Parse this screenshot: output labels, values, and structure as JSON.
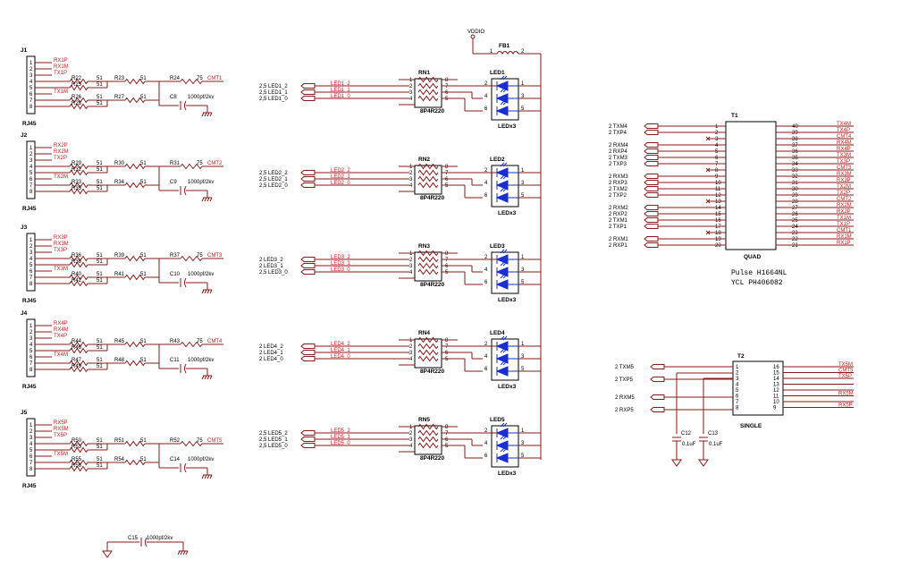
{
  "power": {
    "vddio": "VDDIO",
    "fb1": "FB1",
    "fb_pin1": "1",
    "fb_pin2": "2"
  },
  "jacks": [
    {
      "ref": "J1",
      "type": "RJ45",
      "pins": [
        "1",
        "2",
        "3",
        "4",
        "5",
        "6",
        "7",
        "8"
      ],
      "nets": [
        "RX1P",
        "RX1M",
        "TX1P",
        "",
        "TX1M"
      ],
      "rs": [
        "R22",
        "R25",
        "R26",
        "R28"
      ],
      "r51": [
        "51",
        "51",
        "51",
        "51"
      ],
      "rmid": [
        "R23",
        "R27"
      ],
      "rmid_val": [
        "51",
        "51"
      ],
      "r75": "R24",
      "r75_val": "75",
      "cmt": "CMT1",
      "cap": "C8",
      "cap_val": "1000pf/2kv"
    },
    {
      "ref": "J2",
      "type": "RJ45",
      "pins": [
        "1",
        "2",
        "3",
        "4",
        "5",
        "6",
        "7",
        "8"
      ],
      "nets": [
        "RX2P",
        "RX2M",
        "TX2P",
        "",
        "TX2M"
      ],
      "rs": [
        "R29",
        "R32",
        "R33",
        "R35"
      ],
      "r51": [
        "51",
        "51",
        "51",
        "51"
      ],
      "rmid": [
        "R30",
        "R34"
      ],
      "rmid_val": [
        "51",
        "51"
      ],
      "r75": "R31",
      "r75_val": "75",
      "cmt": "CMT2",
      "cap": "C9",
      "cap_val": "1000pf/2kv"
    },
    {
      "ref": "J3",
      "type": "RJ45",
      "pins": [
        "1",
        "2",
        "3",
        "4",
        "5",
        "6",
        "7",
        "8"
      ],
      "nets": [
        "RX3P",
        "RX3M",
        "TX3P",
        "",
        "TX3M"
      ],
      "rs": [
        "R36",
        "R38",
        "R40",
        "R42"
      ],
      "r51": [
        "51",
        "51",
        "51",
        "51"
      ],
      "rmid": [
        "R39",
        "R41"
      ],
      "rmid_val": [
        "51",
        "51"
      ],
      "r75": "R37",
      "r75_val": "75",
      "cmt": "CMT3",
      "cap": "C10",
      "cap_val": "1000pf/2kv"
    },
    {
      "ref": "J4",
      "type": "RJ45",
      "pins": [
        "1",
        "2",
        "3",
        "4",
        "5",
        "6",
        "7",
        "8"
      ],
      "nets": [
        "RX4P",
        "RX4M",
        "TX4P",
        "",
        "TX4M"
      ],
      "rs": [
        "R44",
        "R46",
        "R47",
        "R49"
      ],
      "r51": [
        "51",
        "51",
        "51",
        "51"
      ],
      "rmid": [
        "R45",
        "R48"
      ],
      "rmid_val": [
        "51",
        "51"
      ],
      "r75": "R43",
      "r75_val": "75",
      "cmt": "CMT4",
      "cap": "C11",
      "cap_val": "1000pf/2kv"
    },
    {
      "ref": "J5",
      "type": "RJ45",
      "pins": [
        "1",
        "2",
        "3",
        "4",
        "5",
        "6",
        "7",
        "8"
      ],
      "nets": [
        "RX5P",
        "RX5M",
        "TX5P",
        "",
        "TX5M"
      ],
      "rs": [
        "R50",
        "R53",
        "R55",
        "R56"
      ],
      "r51": [
        "51",
        "51",
        "51",
        "51"
      ],
      "rmid": [
        "R51",
        "R54"
      ],
      "rmid_val": [
        "51",
        "51"
      ],
      "r75": "R52",
      "r75_val": "75",
      "cmt": "CMT5",
      "cap": "C14",
      "cap_val": "1000pf/2kv"
    }
  ],
  "leds": [
    {
      "rn": "RN1",
      "rn_val": "8P4R220",
      "led": "LED1",
      "led_val": "LEDx3",
      "ports": [
        "2,5  LED1_2",
        "2,5  LED1_1",
        "2,5  LED1_0"
      ],
      "nets": [
        "LED1_2",
        "LED1_1",
        "LED1_0"
      ],
      "rn_l": [
        "1",
        "2",
        "3",
        "4"
      ],
      "rn_r": [
        "8",
        "7",
        "6",
        "5"
      ],
      "led_l": [
        "2",
        "4",
        "6"
      ],
      "led_r": [
        "1",
        "3",
        "5"
      ]
    },
    {
      "rn": "RN2",
      "rn_val": "8P4R220",
      "led": "LED2",
      "led_val": "LEDx3",
      "ports": [
        "2,5  LED2_2",
        "2,5  LED2_1",
        "2,5  LED2_0"
      ],
      "nets": [
        "LED2_2",
        "LED2_1",
        "LED2_0"
      ],
      "rn_l": [
        "1",
        "2",
        "3",
        "4"
      ],
      "rn_r": [
        "8",
        "7",
        "6",
        "5"
      ],
      "led_l": [
        "2",
        "4",
        "6"
      ],
      "led_r": [
        "1",
        "3",
        "5"
      ]
    },
    {
      "rn": "RN3",
      "rn_val": "8P4R220",
      "led": "LED3",
      "led_val": "LEDx3",
      "ports": [
        "2  LED3_2",
        "2  LED3_1",
        "2,5  LED3_0"
      ],
      "nets": [
        "LED3_2",
        "LED3_1",
        "LED3_0"
      ],
      "rn_l": [
        "1",
        "2",
        "3",
        "4"
      ],
      "rn_r": [
        "8",
        "7",
        "6",
        "5"
      ],
      "led_l": [
        "2",
        "4",
        "6"
      ],
      "led_r": [
        "1",
        "3",
        "5"
      ]
    },
    {
      "rn": "RN4",
      "rn_val": "8P4R220",
      "led": "LED4",
      "led_val": "LEDx3",
      "ports": [
        "2  LED4_2",
        "2  LED4_1",
        "2  LED4_0"
      ],
      "nets": [
        "LED4_2",
        "LED4_1",
        "LED4_0"
      ],
      "rn_l": [
        "1",
        "2",
        "3",
        "4"
      ],
      "rn_r": [
        "8",
        "7",
        "6",
        "5"
      ],
      "led_l": [
        "2",
        "4",
        "6"
      ],
      "led_r": [
        "1",
        "3",
        "5"
      ]
    },
    {
      "rn": "RN5",
      "rn_val": "8P4R220",
      "led": "LED5",
      "led_val": "LEDx3",
      "ports": [
        "2,5  LED5_2",
        "2,5  LED5_1",
        "2,5  LED5_0"
      ],
      "nets": [
        "LED5_2",
        "LED5_1",
        "LED5_0"
      ],
      "rn_l": [
        "1",
        "2",
        "3",
        "4"
      ],
      "rn_r": [
        "8",
        "7",
        "6",
        "5"
      ],
      "led_l": [
        "2",
        "4",
        "6"
      ],
      "led_r": [
        "1",
        "3",
        "5"
      ]
    }
  ],
  "t1": {
    "ref": "T1",
    "label": "QUAD",
    "part1": "Pulse H1664NL",
    "part2": "YCL PH406082",
    "left_pins": [
      "1",
      "2",
      "3",
      "4",
      "5",
      "6",
      "7",
      "8",
      "9",
      "10",
      "11",
      "12",
      "13",
      "14",
      "15",
      "16",
      "17",
      "18",
      "19",
      "20"
    ],
    "left_nets": [
      "2  TXM4",
      "2  TXP4",
      "",
      "2  RXM4",
      "2  RXP4",
      "2  TXM3",
      "2  TXP3",
      "",
      "2  RXM3",
      "2  RXP3",
      "2  TXM2",
      "2  TXP2",
      "",
      "2  RXM2",
      "2  RXP2",
      "2  TXM1",
      "2  TXP1",
      "",
      "2  RXM1",
      "2  RXP1"
    ],
    "right_pins": [
      "40",
      "39",
      "38",
      "37",
      "36",
      "35",
      "34",
      "33",
      "32",
      "31",
      "30",
      "29",
      "28",
      "27",
      "26",
      "25",
      "24",
      "23",
      "22",
      "21"
    ],
    "right_nets": [
      "TX4M",
      "TX4P",
      "CMT4",
      "RX4M",
      "RX4P",
      "TX3M",
      "TX3P",
      "CMT3",
      "RX3M",
      "RX3P",
      "TX2M",
      "TX2P",
      "CMT2",
      "RX2M",
      "RX2P",
      "TX1M",
      "TX1P",
      "CMT1",
      "RX1M",
      "RX1P"
    ]
  },
  "t2": {
    "ref": "T2",
    "label": "SINGLE",
    "left_pins": [
      "1",
      "2",
      "3",
      "4",
      "5",
      "6",
      "7",
      "8"
    ],
    "right_pins": [
      "16",
      "15",
      "14",
      "13",
      "12",
      "11",
      "10",
      "9"
    ],
    "ports": [
      "2  TXM5",
      "2  TXP5",
      "2  RXM5",
      "2  RXP5"
    ],
    "right_nets": [
      "TX5M",
      "CMT5",
      "TX5P",
      "",
      "",
      "RX5M",
      "",
      "RX5P"
    ],
    "caps": [
      {
        "ref": "C12",
        "val": "0.1uF"
      },
      {
        "ref": "C13",
        "val": "0.1uF"
      }
    ]
  },
  "c15": {
    "ref": "C15",
    "val": "1000pf/2kv"
  }
}
